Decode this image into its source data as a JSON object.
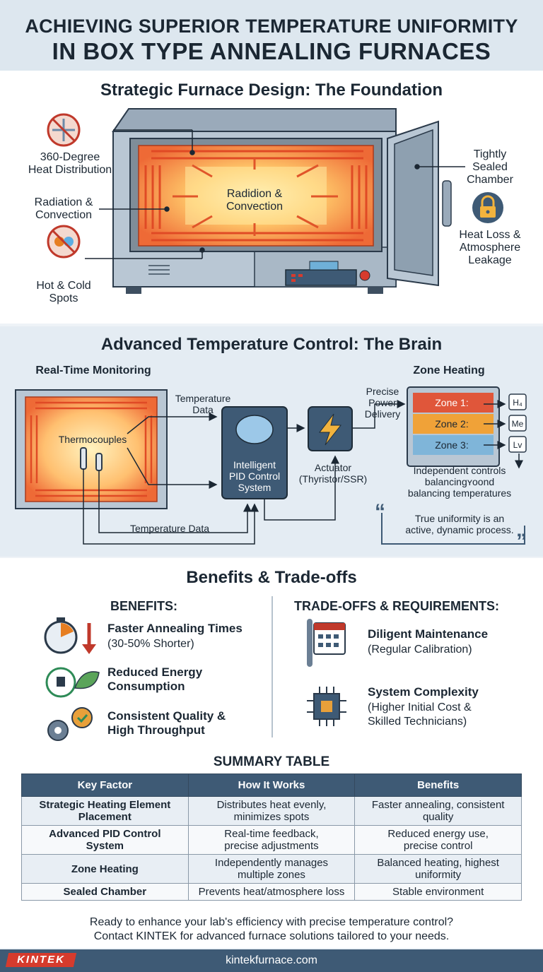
{
  "header": {
    "line1": "ACHIEVING SUPERIOR TEMPERATURE UNIFORMITY",
    "line2": "IN BOX TYPE ANNEALING FURNACES"
  },
  "design": {
    "title": "Strategic Furnace Design: The Foundation",
    "left_labels": [
      "360-Degree\nHeat Distribution",
      "Radiation &\nConvection",
      "Hot & Cold\nSpots"
    ],
    "center_label": "Radidion &\nConvection",
    "right_top": "Tightly\nSealed\nChamber",
    "right_bottom": "Heat Loss &\nAtmosphere\nLeakage"
  },
  "control": {
    "title": "Advanced Temperature Control: The Brain",
    "realtime": "Real-Time Monitoring",
    "thermocouples": "Thermocouples",
    "temp_data_top": "Temperature\nData",
    "temp_data_bottom": "Temperature Data",
    "pid": "Intelligent\nPID Control\nSystem",
    "actuator": "Actuator\n(Thyristor/SSR)",
    "precise": "Precise\nPower\nDelivery",
    "zone_heating": "Zone Heating",
    "zones": [
      {
        "label": "Zone 1:",
        "tag": "H₄",
        "color": "#e0563a"
      },
      {
        "label": "Zone 2:",
        "tag": "Me",
        "color": "#f0a238"
      },
      {
        "label": "Zone 3:",
        "tag": "Lv",
        "color": "#7fb5d9"
      }
    ],
    "independent": "Independent controls\nbalancingʏoond\nbalancing temperatures",
    "quote": "True uniformity is an\nactive, dynamic process.",
    "quote_open": "“",
    "quote_close": "”"
  },
  "tradeoffs": {
    "title": "Benefits & Trade-offs",
    "benefits_head": "BENEFITS:",
    "tradeoffs_head": "TRADE-OFFS & REQUIREMENTS:",
    "benefits": [
      {
        "title": "Faster Annealing Times",
        "sub": "(30-50% Shorter)",
        "icon": "stopwatch-icon"
      },
      {
        "title": "Reduced Energy\nConsumption",
        "sub": "",
        "icon": "energy-plug-leaf-icon"
      },
      {
        "title": "Consistent Quality &\nHigh Throughput",
        "sub": "",
        "icon": "gears-check-icon"
      }
    ],
    "tradeoffs": [
      {
        "title": "Diligent Maintenance",
        "sub": "(Regular Calibration)",
        "icon": "wrench-calendar-icon"
      },
      {
        "title": "System Complexity",
        "sub": "(Higher Initial Cost &\nSkilled Technicians)",
        "icon": "circuit-chip-icon"
      }
    ]
  },
  "summary": {
    "title": "SUMMARY TABLE",
    "headers": [
      "Key Factor",
      "How It Works",
      "Benefits"
    ],
    "rows": [
      [
        "Strategic Heating Element\nPlacement",
        "Distributes heat evenly,\nminimizes spots",
        "Faster annealing, consistent\nquality"
      ],
      [
        "Advanced PID Control\nSystem",
        "Real-time feedback,\nprecise adjustments",
        "Reduced energy use,\nprecise control"
      ],
      [
        "Zone Heating",
        "Independently manages\nmultiple zones",
        "Balanced heating, highest\nuniformity"
      ],
      [
        "Sealed Chamber",
        "Prevents heat/atmosphere loss",
        "Stable environment"
      ]
    ]
  },
  "cta": {
    "line1": "Ready to enhance your lab's efficiency with precise temperature control?",
    "line2": "Contact KINTEK for advanced furnace solutions tailored to your needs."
  },
  "footer": {
    "brand": "KINTEK",
    "url": "kintekfurnace.com"
  }
}
